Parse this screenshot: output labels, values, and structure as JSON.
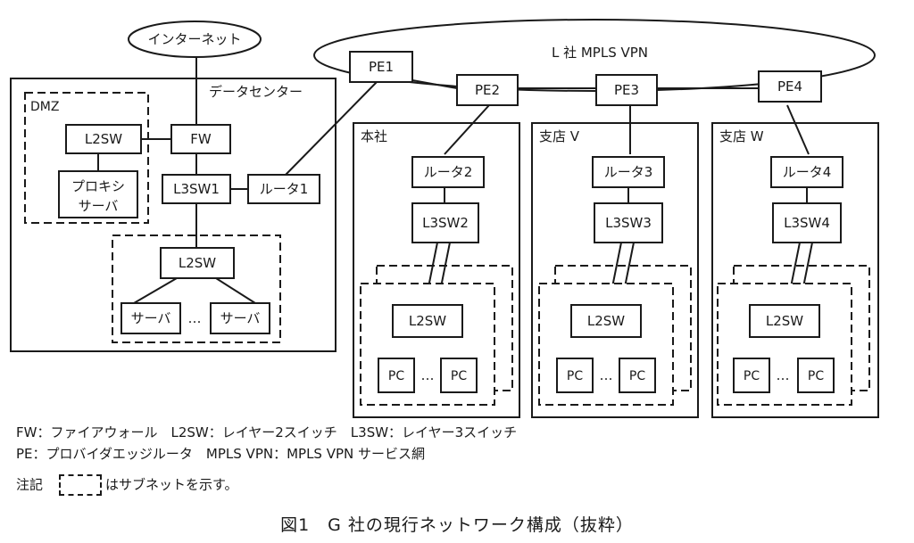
{
  "cloud": {
    "internet": "インターネット",
    "mpls": "L 社 MPLS VPN"
  },
  "pe": [
    "PE1",
    "PE2",
    "PE3",
    "PE4"
  ],
  "datacenter": {
    "title": "データセンター",
    "dmz_label": "DMZ",
    "l2sw_dmz": "L2SW",
    "fw": "FW",
    "proxy_line1": "プロキシ",
    "proxy_line2": "サーバ",
    "l3sw1": "L3SW1",
    "router1": "ルータ1",
    "l2sw": "L2SW",
    "server_a": "サーバ",
    "server_b": "サーバ",
    "ellipsis": "…"
  },
  "sites": [
    {
      "title": "本社",
      "router": "ルータ2",
      "l3sw": "L3SW2",
      "l2sw": "L2SW",
      "pc_a": "PC",
      "pc_b": "PC",
      "ellipsis": "…"
    },
    {
      "title": "支店 V",
      "router": "ルータ3",
      "l3sw": "L3SW3",
      "l2sw": "L2SW",
      "pc_a": "PC",
      "pc_b": "PC",
      "ellipsis": "…"
    },
    {
      "title": "支店 W",
      "router": "ルータ4",
      "l3sw": "L3SW4",
      "l2sw": "L2SW",
      "pc_a": "PC",
      "pc_b": "PC",
      "ellipsis": "…"
    }
  ],
  "legend": {
    "line1": "FW：ファイアウォール　L2SW：レイヤー2スイッチ　L3SW：レイヤー3スイッチ",
    "line2": "PE：プロバイダエッジルータ　MPLS VPN：MPLS VPN サービス網",
    "note_prefix": "注記",
    "note_suffix": "はサブネットを示す。"
  },
  "caption": "図1　G 社の現行ネットワーク構成（抜粋）"
}
